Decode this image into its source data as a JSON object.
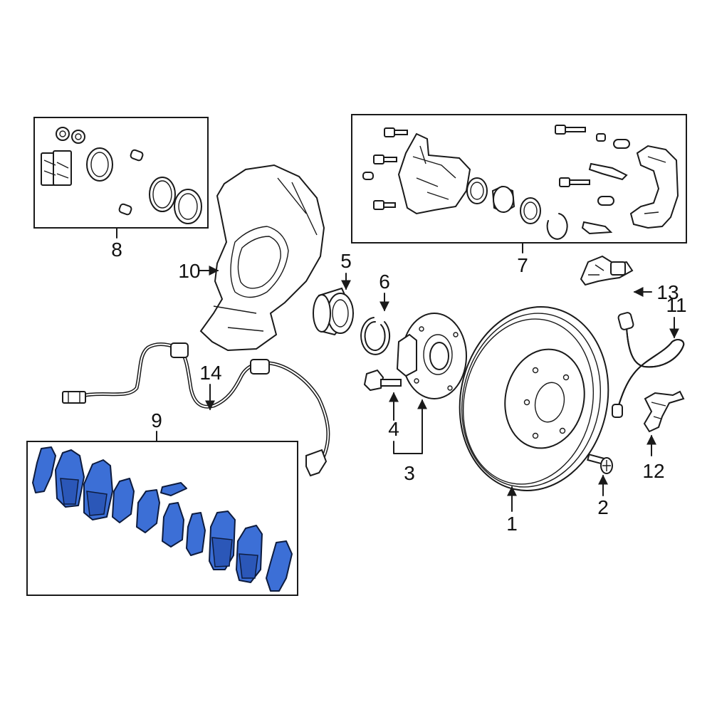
{
  "callouts": {
    "c1": "1",
    "c2": "2",
    "c3": "3",
    "c4": "4",
    "c5": "5",
    "c6": "6",
    "c7": "7",
    "c8": "8",
    "c9": "9",
    "c10": "10",
    "c11": "11",
    "c12": "12",
    "c13": "13",
    "c14": "14"
  },
  "colors": {
    "pad_blue": "#3c6fd6",
    "line": "#1a1a1a"
  }
}
